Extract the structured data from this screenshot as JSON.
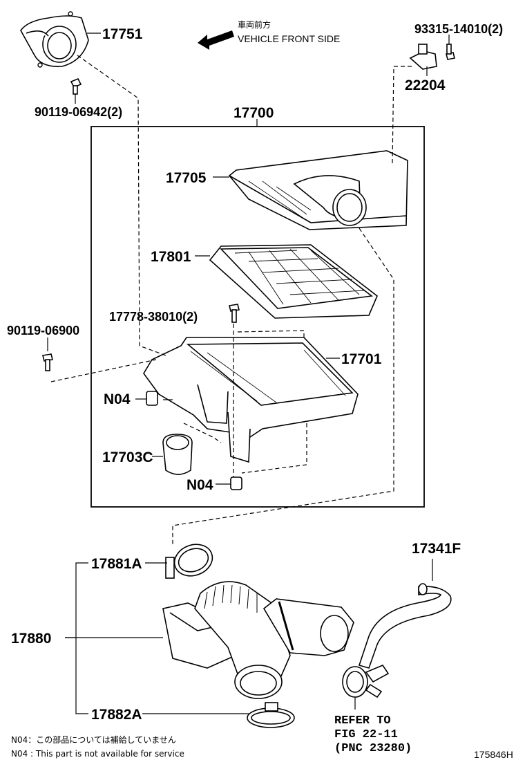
{
  "direction": {
    "japanese": "車両前方",
    "english": "VEHICLE FRONT SIDE"
  },
  "parts": {
    "p17751": "17751",
    "p90119_06942": "90119-06942(2)",
    "p93315": "93315-14010(2)",
    "p22204": "22204",
    "p17700": "17700",
    "p17705": "17705",
    "p17801": "17801",
    "p17778": "17778-38010(2)",
    "p90119_06900": "90119-06900",
    "p17701": "17701",
    "pN04a": "N04",
    "p17703C": "17703C",
    "pN04b": "N04",
    "p17341F": "17341F",
    "p17881A": "17881A",
    "p17880": "17880",
    "p17882A": "17882A"
  },
  "refer": {
    "line1": "REFER TO",
    "line2": "FIG 22-11",
    "line3": "(PNC 23280)"
  },
  "notes": {
    "jp": "N04：この部品については補給していません",
    "en": "N04 : This part is not available for service"
  },
  "figure_id": "175846H"
}
